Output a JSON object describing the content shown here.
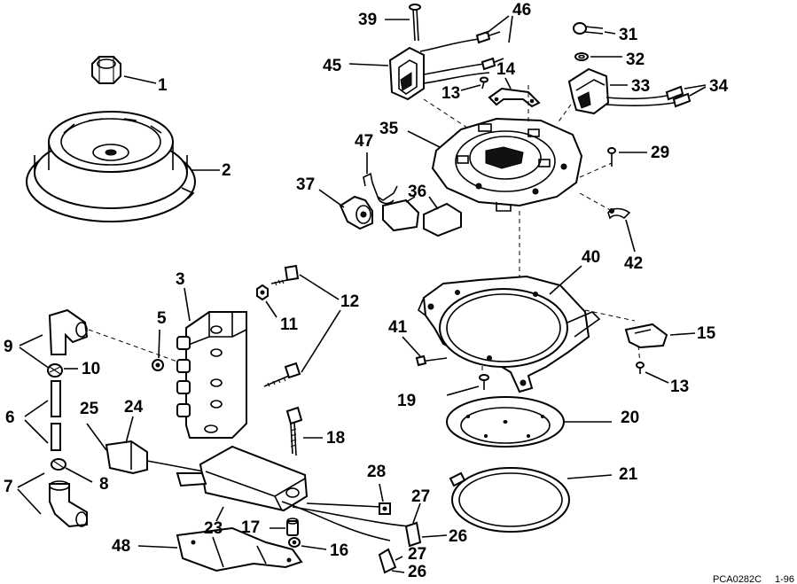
{
  "labels": {
    "l1": "1",
    "l2": "2",
    "l3": "3",
    "l5": "5",
    "l6": "6",
    "l7": "7",
    "l8": "8",
    "l9": "9",
    "l10": "10",
    "l11": "11",
    "l12": "12",
    "l13a": "13",
    "l13b": "13",
    "l14": "14",
    "l15": "15",
    "l16": "16",
    "l17": "17",
    "l18": "18",
    "l19": "19",
    "l20": "20",
    "l21": "21",
    "l23": "23",
    "l24": "24",
    "l25": "25",
    "l26a": "26",
    "l26b": "26",
    "l27a": "27",
    "l27b": "27",
    "l28": "28",
    "l29": "29",
    "l31": "31",
    "l32": "32",
    "l33": "33",
    "l34": "34",
    "l35": "35",
    "l36": "36",
    "l37": "37",
    "l39": "39",
    "l40": "40",
    "l41": "41",
    "l42": "42",
    "l45": "45",
    "l46": "46",
    "l47": "47",
    "l48": "48"
  },
  "footer": {
    "code": "PCA0282C",
    "date": "1-96"
  }
}
